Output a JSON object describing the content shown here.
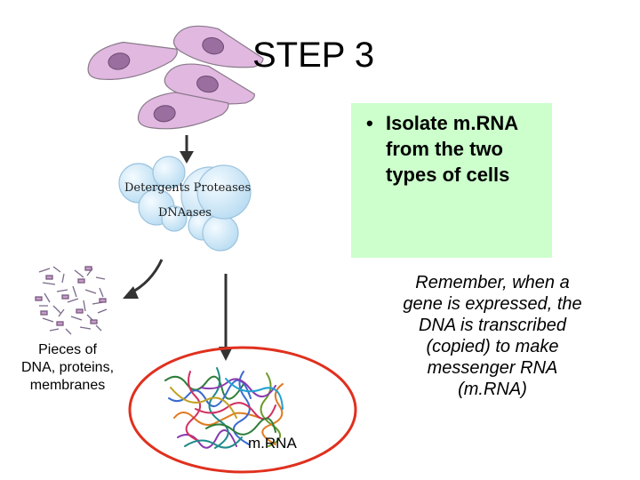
{
  "title": "STEP 3",
  "bullet": {
    "marker": "•",
    "lines": [
      "Isolate m.RNA",
      "from the two",
      "types of cells"
    ]
  },
  "note": {
    "lines": [
      "Remember, when a",
      "gene is expressed, the",
      "DNA is transcribed",
      "(copied) to make",
      "messenger RNA",
      "(m.RNA)"
    ]
  },
  "labels": {
    "pieces": [
      "Pieces of",
      "DNA, proteins,",
      "membranes"
    ],
    "mrna": "m.RNA",
    "detergents_proteases": "Detergents Proteases",
    "dnases": "DNAases"
  },
  "colors": {
    "highlight_box": "#ccffcc",
    "cell_fill": "#e0b8e0",
    "nucleus": "#9a6fa0",
    "micelle": "#c9e4f5",
    "ellipse_stroke": "#e0301e",
    "arrow": "#333333"
  },
  "icons": [
    "cell-icon",
    "micelle-cluster-icon",
    "debris-icon",
    "mrna-tangle-icon",
    "arrow-icon"
  ]
}
